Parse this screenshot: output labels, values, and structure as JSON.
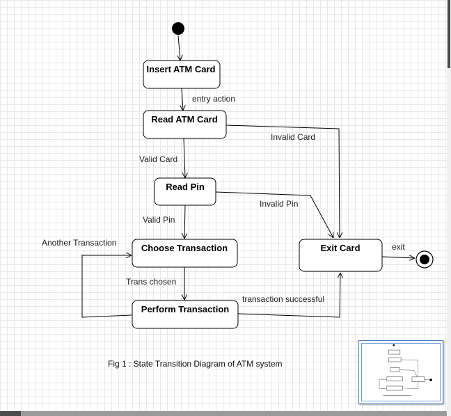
{
  "diagram": {
    "states": {
      "insert_card": "Insert ATM Card",
      "read_card": "Read ATM Card",
      "read_pin": "Read Pin",
      "choose_transaction": "Choose Transaction",
      "perform_transaction": "Perform Transaction",
      "exit_card": "Exit Card"
    },
    "transitions": {
      "entry_action": "entry action",
      "valid_card": "Valid Card",
      "invalid_card": "Invalid Card",
      "valid_pin": "Valid Pin",
      "invalid_pin": "Invalid Pin",
      "another_transaction": "Another Transaction",
      "trans_chosen": "Trans chosen",
      "transaction_successful": "transaction successful",
      "exit": "exit"
    },
    "caption": "Fig 1 : State Transition Diagram of ATM system"
  },
  "colors": {
    "stroke": "#000000",
    "grid": "#e8e8e8",
    "minimap_border": "#4a7fc1"
  }
}
